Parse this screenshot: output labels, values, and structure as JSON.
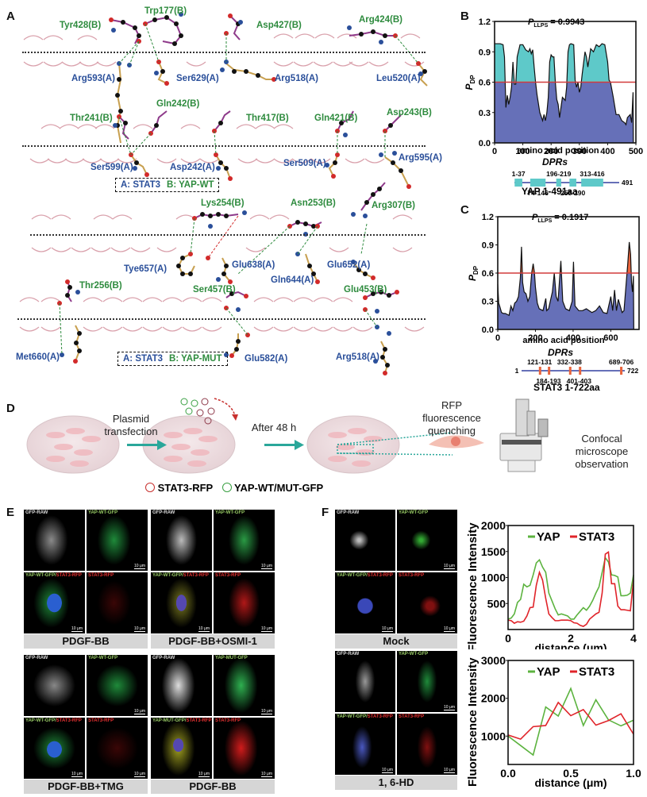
{
  "panels": {
    "A": {
      "letter": "A",
      "legend_wt": {
        "a": "A: STAT3",
        "b": "B: YAP-WT"
      },
      "legend_mut": {
        "a": "A: STAT3",
        "b": "B: YAP-MUT"
      },
      "residues_b": [
        "Tyr428(B)",
        "Trp177(B)",
        "Asp427(B)",
        "Arg424(B)",
        "Gln242(B)",
        "Thr241(B)",
        "Thr417(B)",
        "Gln421(B)",
        "Asp243(B)",
        "Lys254(B)",
        "Asn253(B)",
        "Arg307(B)",
        "Thr256(B)",
        "Ser457(B)",
        "Glu453(B)"
      ],
      "residues_a": [
        "Arg593(A)",
        "Ser629(A)",
        "Arg518(A)",
        "Leu520(A)",
        "Ser599(A)",
        "Asp242(A)",
        "Ser509(A)",
        "Arg595(A)",
        "Tye657(A)",
        "Glu638(A)",
        "Gln644(A)",
        "Glu652(A)",
        "Met660(A)",
        "Glu582(A)",
        "Arg518(A)"
      ]
    },
    "B": {
      "letter": "B",
      "pllps": "= 0.9943",
      "p_main": "P",
      "p_sub": "LLPS",
      "ylabel_main": "P",
      "ylabel_sub": "DP",
      "xlabel": "amino acid position",
      "dprs_title": "DPRs",
      "protein": "YAP 1-491aa",
      "end_label": "491",
      "dprs": [
        "1-37",
        "74-146",
        "196-219",
        "258-290",
        "313-416"
      ]
    },
    "C": {
      "letter": "C",
      "pllps": "= 0.1917",
      "p_main": "P",
      "p_sub": "LLPS",
      "ylabel_main": "P",
      "ylabel_sub": "DP",
      "xlabel": "amino acid position",
      "dprs_title": "DPRs",
      "protein": "STAT3 1-722aa",
      "start_label": "1",
      "end_label": "722",
      "dprs": [
        "121-131",
        "184-193",
        "332-338",
        "401-403",
        "689-706"
      ]
    },
    "D": {
      "letter": "D",
      "steps": [
        "Plasmid",
        "transfection",
        "After 48 h",
        "RFP",
        "fluorescence",
        "quenching",
        "Confocal",
        "microscope",
        "observation"
      ],
      "legend": [
        "STAT3-RFP",
        "YAP-WT/MUT-GFP"
      ],
      "legend_colors": [
        "#c8312f",
        "#3aa043"
      ]
    },
    "E": {
      "letter": "E",
      "groups": [
        {
          "condition": "PDGF-BB",
          "labels": [
            "GFP-RAW",
            "YAP-WT-GFP",
            "YAP-WT-GFP/",
            "STAT3-RFP",
            "STAT3-RFP"
          ]
        },
        {
          "condition": "PDGF-BB+OSMI-1",
          "labels": [
            "GFP-RAW",
            "YAP-WT-GFP",
            "YAP-WT-GFP/",
            "STAT3-RFP",
            "STAT3-RFP"
          ]
        },
        {
          "condition": "PDGF-BB+TMG",
          "labels": [
            "GFP-RAW",
            "YAP-WT-GFP",
            "YAP-WT-GFP/",
            "STAT3-RFP",
            "STAT3-RFP"
          ]
        },
        {
          "condition": "PDGF-BB",
          "labels": [
            "GFP-RAW",
            "YAP-MUT-GFP",
            "YAP-MUT-GFP/",
            "STAT3-RFP",
            "STAT3-RFP"
          ]
        }
      ],
      "scale": "10 μm"
    },
    "F": {
      "letter": "F",
      "groups": [
        {
          "condition": "Mock",
          "labels": [
            "GFP-RAW",
            "YAP-WT-GFP",
            "YAP-WT-GFP/",
            "STAT3-RFP",
            "STAT3-RFP"
          ]
        },
        {
          "condition": "1, 6-HD",
          "labels": [
            "GFP-RAW",
            "YAP-WT-GFP",
            "YAP-WT-GFP/",
            "STAT3-RFP",
            "STAT3-RFP"
          ]
        }
      ],
      "scale": "10 μm"
    }
  },
  "chart_data": [
    {
      "id": "B",
      "type": "area",
      "title": "P_LLPS = 0.9943",
      "xlabel": "amino acid position",
      "ylabel": "P_DP",
      "xlim": [
        0,
        500
      ],
      "ylim": [
        0,
        1.2
      ],
      "xticks": [
        0,
        100,
        200,
        300,
        400,
        500
      ],
      "yticks": [
        0.0,
        0.3,
        0.6,
        0.9,
        1.2
      ],
      "threshold": 0.6,
      "colors": {
        "above": "#5ec9c9",
        "below": "#6670b8",
        "threshold": "#d23b3b"
      },
      "x": [
        0,
        10,
        20,
        30,
        35,
        40,
        45,
        50,
        55,
        60,
        65,
        70,
        75,
        80,
        90,
        100,
        110,
        120,
        125,
        130,
        135,
        140,
        145,
        150,
        160,
        170,
        175,
        180,
        185,
        190,
        195,
        200,
        205,
        210,
        215,
        220,
        225,
        230,
        235,
        240,
        250,
        255,
        260,
        265,
        270,
        280,
        285,
        290,
        295,
        300,
        305,
        310,
        320,
        325,
        330,
        340,
        350,
        360,
        370,
        380,
        390,
        400,
        405,
        410,
        420,
        430,
        440,
        450,
        460,
        465,
        470,
        480,
        485,
        490,
        491
      ],
      "y": [
        0.98,
        0.98,
        0.98,
        0.97,
        0.85,
        0.35,
        0.47,
        0.38,
        0.45,
        0.55,
        0.8,
        0.58,
        0.58,
        0.85,
        0.97,
        0.97,
        0.92,
        0.9,
        0.93,
        0.88,
        0.92,
        0.75,
        0.6,
        0.48,
        0.3,
        0.22,
        0.28,
        0.22,
        0.3,
        0.45,
        0.8,
        0.87,
        0.85,
        0.85,
        0.6,
        0.43,
        0.38,
        0.25,
        0.35,
        0.45,
        0.42,
        0.55,
        0.9,
        0.97,
        0.98,
        0.97,
        0.62,
        0.55,
        0.6,
        0.5,
        0.55,
        0.68,
        0.9,
        0.85,
        0.75,
        0.93,
        0.9,
        0.97,
        0.95,
        0.98,
        0.97,
        0.8,
        0.62,
        0.6,
        0.45,
        0.28,
        0.28,
        0.22,
        0.2,
        0.18,
        0.25,
        0.28,
        0.2,
        0.5,
        0.0
      ]
    },
    {
      "id": "C",
      "type": "area",
      "title": "P_LLPS = 0.1917",
      "xlabel": "amino acid position",
      "ylabel": "P_DP",
      "xlim": [
        0,
        750
      ],
      "ylim": [
        0,
        1.2
      ],
      "xticks": [
        0,
        200,
        400,
        600
      ],
      "yticks": [
        0.0,
        0.3,
        0.6,
        0.9,
        1.2
      ],
      "threshold": 0.6,
      "colors": {
        "above": "#e8643c",
        "below": "#6670b8",
        "threshold": "#d23b3b"
      },
      "x": [
        0,
        5,
        10,
        20,
        30,
        40,
        60,
        70,
        80,
        90,
        100,
        110,
        120,
        126,
        132,
        140,
        150,
        160,
        170,
        180,
        188,
        195,
        200,
        210,
        220,
        240,
        255,
        260,
        270,
        290,
        300,
        310,
        320,
        335,
        345,
        360,
        380,
        395,
        402,
        410,
        430,
        450,
        470,
        500,
        520,
        540,
        560,
        580,
        600,
        610,
        620,
        630,
        640,
        660,
        670,
        680,
        690,
        698,
        705,
        710,
        715,
        720,
        722
      ],
      "y": [
        0.48,
        0.28,
        0.25,
        0.18,
        0.17,
        0.17,
        0.15,
        0.25,
        0.2,
        0.28,
        0.3,
        0.35,
        0.55,
        0.88,
        0.5,
        0.4,
        0.38,
        0.3,
        0.35,
        0.6,
        0.7,
        0.6,
        0.45,
        0.28,
        0.22,
        0.2,
        0.33,
        0.2,
        0.22,
        0.4,
        0.6,
        0.35,
        0.3,
        0.73,
        0.3,
        0.22,
        0.2,
        0.3,
        0.72,
        0.25,
        0.2,
        0.2,
        0.22,
        0.18,
        0.2,
        0.25,
        0.18,
        0.17,
        0.35,
        0.2,
        0.42,
        0.2,
        0.32,
        0.18,
        0.2,
        0.45,
        0.7,
        0.93,
        0.8,
        0.5,
        0.4,
        0.57,
        0.0
      ]
    },
    {
      "id": "F-mock",
      "type": "line",
      "xlabel": "distance (μm)",
      "ylabel": "Fluorescence Intensity",
      "xlim": [
        0,
        4
      ],
      "ylim": [
        0,
        2000
      ],
      "xticks": [
        0,
        2,
        4
      ],
      "yticks": [
        500,
        1000,
        1500,
        2000
      ],
      "x": [
        0,
        0.1,
        0.2,
        0.3,
        0.4,
        0.5,
        0.6,
        0.7,
        0.8,
        0.9,
        1.0,
        1.1,
        1.2,
        1.3,
        1.4,
        1.5,
        1.6,
        1.7,
        1.8,
        1.9,
        2.0,
        2.1,
        2.2,
        2.3,
        2.4,
        2.5,
        2.6,
        2.7,
        2.8,
        2.9,
        3.0,
        3.1,
        3.2,
        3.3,
        3.4,
        3.5,
        3.6,
        3.7,
        3.8,
        3.9,
        4.0
      ],
      "series": [
        {
          "name": "YAP",
          "color": "#5cb33f",
          "values": [
            200,
            220,
            300,
            520,
            580,
            870,
            820,
            850,
            1050,
            1280,
            1340,
            1200,
            1100,
            700,
            550,
            400,
            280,
            300,
            280,
            260,
            200,
            200,
            280,
            350,
            420,
            370,
            450,
            560,
            700,
            820,
            1100,
            1380,
            1300,
            1050,
            1040,
            1010,
            650,
            650,
            660,
            700,
            1050
          ]
        },
        {
          "name": "STAT3",
          "color": "#e0242a",
          "values": [
            180,
            170,
            120,
            150,
            140,
            160,
            260,
            420,
            430,
            850,
            1100,
            950,
            600,
            300,
            230,
            170,
            170,
            180,
            180,
            180,
            170,
            130,
            120,
            80,
            60,
            100,
            200,
            250,
            300,
            330,
            700,
            1450,
            1490,
            880,
            880,
            450,
            380,
            380,
            370,
            360,
            950
          ]
        }
      ]
    },
    {
      "id": "F-1,6-HD",
      "type": "line",
      "xlabel": "distance (μm)",
      "ylabel": "Fluorescence Intensity",
      "xlim": [
        0,
        1
      ],
      "ylim": [
        250,
        3000
      ],
      "xticks": [
        0.0,
        0.5,
        1.0
      ],
      "yticks": [
        1000,
        2000,
        3000
      ],
      "x": [
        0,
        0.1,
        0.2,
        0.3,
        0.4,
        0.5,
        0.6,
        0.7,
        0.8,
        0.9,
        1.0
      ],
      "series": [
        {
          "name": "YAP",
          "color": "#5cb33f",
          "values": [
            1000,
            750,
            500,
            1770,
            1530,
            2260,
            1280,
            1960,
            1430,
            1270,
            1420
          ]
        },
        {
          "name": "STAT3",
          "color": "#e0242a",
          "values": [
            1030,
            920,
            1250,
            1280,
            1890,
            1540,
            1700,
            1290,
            1410,
            1590,
            1050
          ]
        }
      ]
    }
  ]
}
